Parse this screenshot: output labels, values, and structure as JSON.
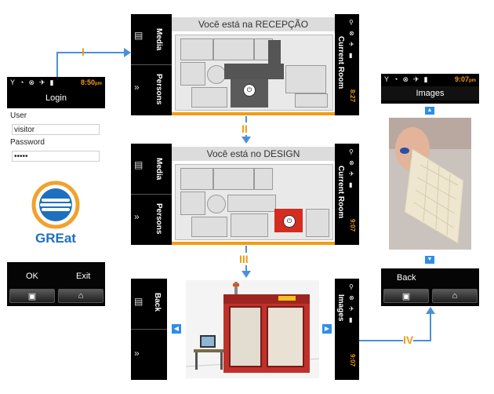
{
  "login_screen": {
    "status_time": "8:50",
    "status_time_suffix": "pm",
    "title": "Login",
    "user_label": "User",
    "user_value": "visitor",
    "password_label": "Password",
    "password_value": "•••••",
    "logo_text": "GREat",
    "ok_label": "OK",
    "exit_label": "Exit"
  },
  "reception_screen": {
    "title": "Você está na RECEPÇÃO",
    "media_label": "Media",
    "persons_label": "Persons",
    "current_room_label": "Current Room",
    "status_time": "8:27"
  },
  "design_screen": {
    "title": "Você está no DESIGN",
    "media_label": "Media",
    "persons_label": "Persons",
    "current_room_label": "Current Room",
    "status_time": "9:07"
  },
  "media_screen": {
    "back_label": "Back",
    "images_label": "Images",
    "status_time": "9:07"
  },
  "images_screen": {
    "status_time": "9:07",
    "status_time_suffix": "pm",
    "title": "Images",
    "back_label": "Back"
  },
  "flow": {
    "step1": "I",
    "step2": "II",
    "step3": "III",
    "step4": "IV"
  },
  "colors": {
    "accent_orange": "#f39c12",
    "arrow_blue": "#4a90d9",
    "logo_blue": "#1f6fbf",
    "logo_orange": "#f2a12e",
    "machine_red": "#c0312b"
  }
}
